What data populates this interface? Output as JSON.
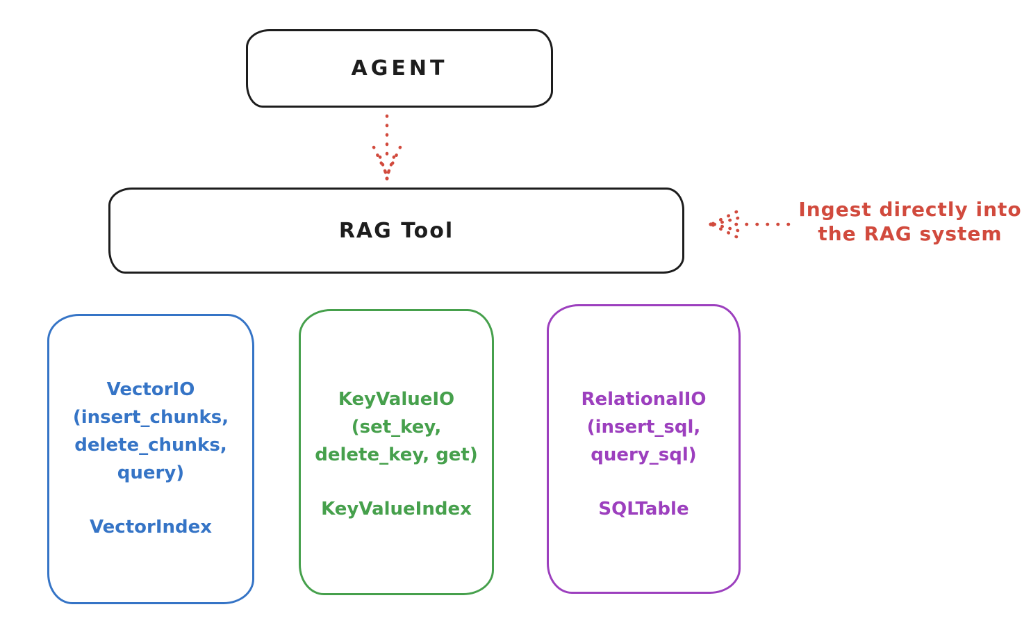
{
  "agent": {
    "label": "AGENT"
  },
  "rag_tool": {
    "label": "RAG Tool"
  },
  "annotation": {
    "line1": "Ingest directly into",
    "line2": "the RAG system"
  },
  "backends": [
    {
      "name": "vector-io",
      "lines": [
        "VectorIO",
        "(insert_chunks,",
        "delete_chunks,",
        "query)"
      ],
      "index_label": "VectorIndex"
    },
    {
      "name": "keyvalue-io",
      "lines": [
        "KeyValueIO",
        "(set_key,",
        "delete_key, get)"
      ],
      "index_label": "KeyValueIndex"
    },
    {
      "name": "relational-io",
      "lines": [
        "RelationalIO",
        "(insert_sql,",
        "query_sql)"
      ],
      "index_label": "SQLTable"
    }
  ],
  "colors": {
    "background": "#ffffff",
    "ink": "#1d1d1d",
    "accent-red": "#d14a3d",
    "vector-blue": "#3574c6",
    "keyvalue-green": "#46a04c",
    "relational-purple": "#9c3fbe"
  }
}
